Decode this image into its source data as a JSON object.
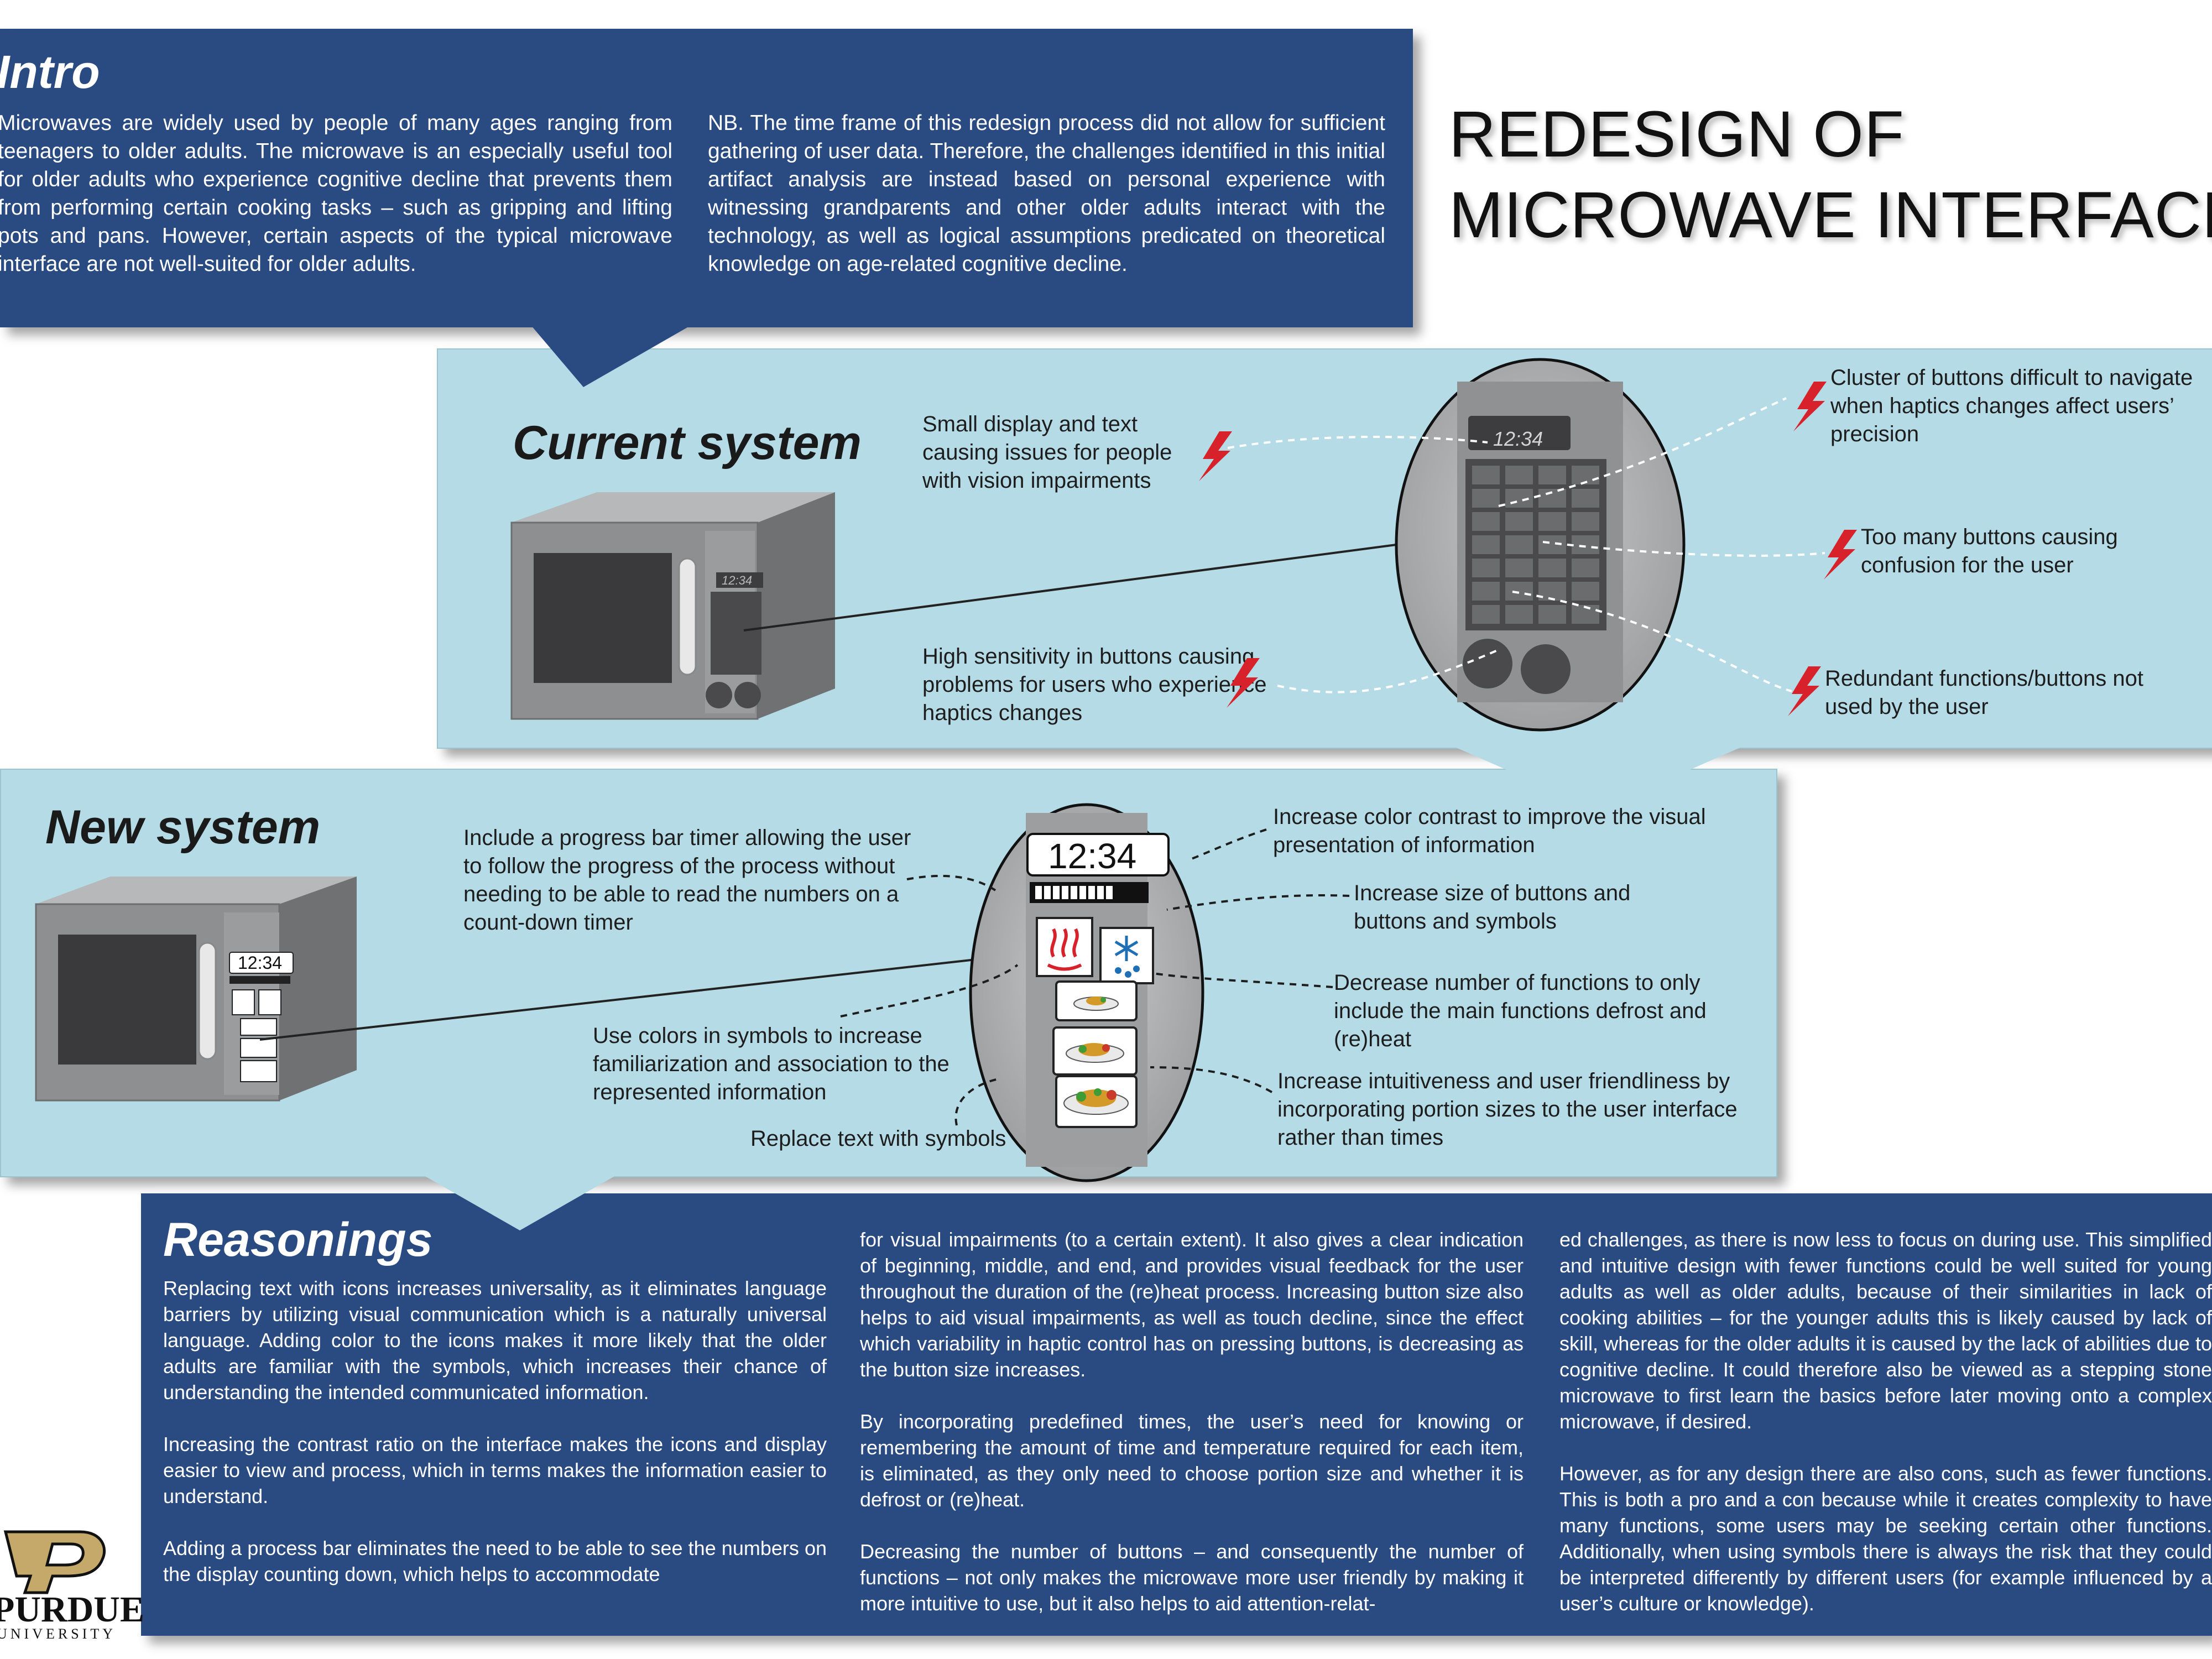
{
  "title": {
    "line1": "REDESIGN OF",
    "line2": "MICROWAVE INTERFACE"
  },
  "intro": {
    "heading": "Intro",
    "para1": "Microwaves are widely used by people of many ages ranging from teenagers to older adults. The microwave is an especially useful tool for older adults who experience cognitive decline that prevents them from performing certain cooking tasks – such as gripping and lifting pots and pans. However, certain aspects of the typical microwave interface are not well-suited for older adults.",
    "para2": "NB. The time frame of this redesign process did not allow for sufficient gathering of user data. Therefore, the challenges identified in this initial artifact analysis are instead based on personal experience with witnessing grandparents and other older adults interact with the technology, as well as logical assumptions predicated on theoretical knowledge on age-related cognitive decline."
  },
  "current": {
    "heading": "Current system",
    "display_time": "12:34",
    "annotations": {
      "small_display": "Small display and text causing issues for people with vision impairments",
      "high_sensitivity": "High sensitivity in buttons causing problems for users who experience haptics changes",
      "cluster": "Cluster of buttons difficult to navigate when haptics changes affect users’ precision",
      "too_many": "Too many buttons causing confusion for the user",
      "redundant": "Redundant functions/buttons not used by the user"
    }
  },
  "new": {
    "heading": "New system",
    "display_time": "12:34",
    "annotations": {
      "progress": "Include a progress bar timer allowing the user to follow the progress of the process without needing to be able to read the numbers on a count-down timer",
      "contrast": "Increase color contrast to improve the visual presentation of information",
      "size": "Increase size of buttons and buttons and symbols",
      "decrease": "Decrease number of functions to only include the main functions defrost and (re)heat",
      "colors": "Use colors in symbols to increase familiarization and association to the represented information",
      "intuitiveness": "Increase intuitiveness and user friendliness by incorporating portion sizes to the user interface rather than times",
      "replace": "Replace text with symbols"
    }
  },
  "reasonings": {
    "heading": "Reasonings",
    "col1": [
      "Replacing text with icons increases universality, as it eliminates language barriers by utilizing visual communication which is a naturally universal language. Adding color to the icons makes it more likely that the older adults are familiar with the symbols, which increases their chance of understanding the intended communicated information.",
      "Increasing the contrast ratio on the interface makes the icons and display easier to view and process, which in terms makes the information easier to understand.",
      "Adding a process bar eliminates the need to be able to see the numbers on the display counting down, which helps to accommodate"
    ],
    "col2": [
      "for visual impairments (to a certain extent). It also gives a clear indication of beginning, middle, and end, and provides visual feedback for the user throughout the duration of the (re)heat process. Increasing button size also helps to aid visual impairments, as well as touch decline, since the effect which variability in haptic control has on pressing buttons, is decreasing as the button size increases.",
      "By incorporating predefined times, the user’s need for knowing or remembering the amount of time and temperature required for each item, is eliminated, as they only need to choose portion size and whether it is defrost or (re)heat.",
      "Decreasing the number of buttons – and consequently the number of functions – not only makes the microwave more user friendly by making it more intuitive to use, but it also helps to aid attention-relat-"
    ],
    "col3": [
      "ed challenges, as there is now less to focus on during use. This simplified and intuitive design with fewer functions could be well suited for young adults as well as older adults, because of their similarities in lack of cooking abilities – for the younger adults this is likely caused by lack of skill, whereas for the older adults it is caused by the lack of abilities due to cognitive decline. It could therefore also be viewed as a stepping stone microwave to first learn the basics before later moving onto a complex microwave, if desired.",
      "However, as for any design there are also cons, such as fewer functions. This is both a pro and a con because while it creates complexity to have many functions, some users may be seeking certain other functions. Additionally, when using symbols there is always the risk that they could be interpreted differently by different users (for example influenced by a user’s culture or knowledge)."
    ]
  },
  "logo": {
    "name": "PURDUE",
    "sub": "UNIVERSITY"
  },
  "colors": {
    "dark_panel": "#2a4a82",
    "light_panel": "#b4dbe6",
    "bolt": "#d8222b"
  }
}
